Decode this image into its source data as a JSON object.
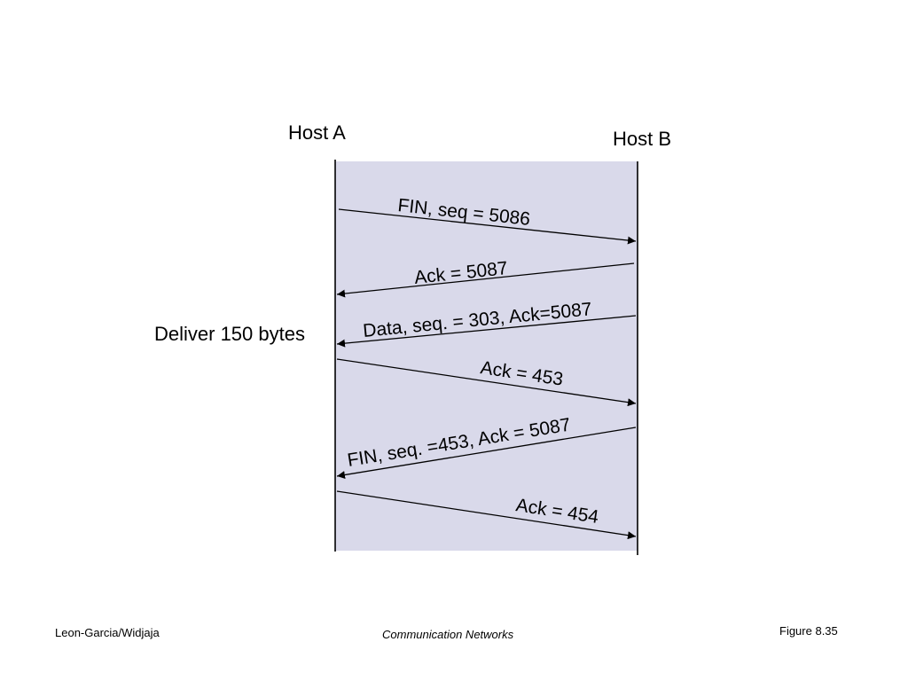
{
  "diagram": {
    "host_a": "Host A",
    "host_b": "Host B",
    "side_note": "Deliver 150 bytes",
    "messages": [
      {
        "label": "FIN, seq = 5086",
        "direction": "A-to-B"
      },
      {
        "label": "Ack = 5087",
        "direction": "B-to-A"
      },
      {
        "label": "Data, seq. = 303, Ack=5087",
        "direction": "B-to-A"
      },
      {
        "label": "Ack = 453",
        "direction": "A-to-B"
      },
      {
        "label": "FIN, seq. =453, Ack = 5087",
        "direction": "B-to-A"
      },
      {
        "label": "Ack = 454",
        "direction": "A-to-B"
      }
    ]
  },
  "footer": {
    "left": "Leon-Garcia/Widjaja",
    "center": "Communication Networks",
    "right": "Figure 8.35"
  },
  "colors": {
    "channel_fill": "#d9d9ea",
    "line": "#000000",
    "text": "#000000",
    "background": "#ffffff"
  }
}
